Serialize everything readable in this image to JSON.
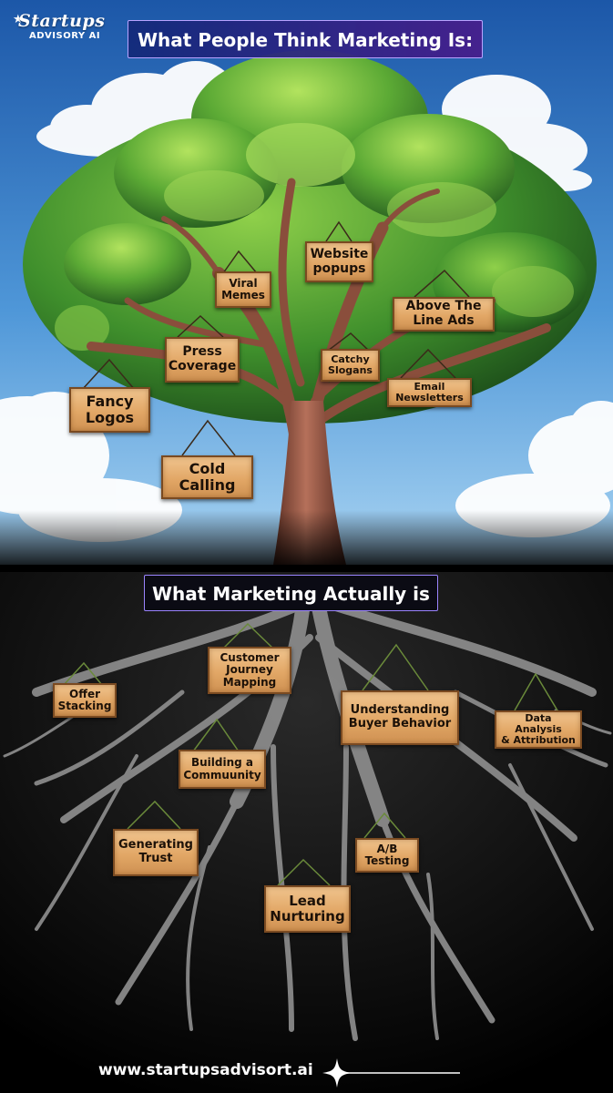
{
  "brand": {
    "name": "Startups",
    "sub": "ADVISORY AI"
  },
  "top_section": {
    "heading": "What People Think Marketing Is:",
    "signs": [
      {
        "id": "website-popups",
        "label": "Website\npopups"
      },
      {
        "id": "viral-memes",
        "label": "Viral\nMemes"
      },
      {
        "id": "above-the-line-ads",
        "label": "Above The\nLine Ads"
      },
      {
        "id": "press-coverage",
        "label": "Press\nCoverage"
      },
      {
        "id": "catchy-slogans",
        "label": "Catchy\nSlogans"
      },
      {
        "id": "email-newsletters",
        "label": "Email\nNewsletters"
      },
      {
        "id": "fancy-logos",
        "label": "Fancy\nLogos"
      },
      {
        "id": "cold-calling",
        "label": "Cold\nCalling"
      }
    ]
  },
  "bottom_section": {
    "heading": "What Marketing Actually is",
    "signs": [
      {
        "id": "customer-journey-mapping",
        "label": "Customer\nJourney\nMapping"
      },
      {
        "id": "offer-stacking",
        "label": "Offer\nStacking"
      },
      {
        "id": "understanding-buyer-behavior",
        "label": "Understanding\nBuyer Behavior"
      },
      {
        "id": "data-analysis-attribution",
        "label": "Data Analysis\n& Attribution"
      },
      {
        "id": "building-a-community",
        "label": "Building a\nCommuunity"
      },
      {
        "id": "generating-trust",
        "label": "Generating\nTrust"
      },
      {
        "id": "ab-testing",
        "label": "A/B\nTesting"
      },
      {
        "id": "lead-nurturing",
        "label": "Lead\nNurturing"
      }
    ]
  },
  "footer": {
    "website": "www.startupsadvisort.ai"
  },
  "colors": {
    "sky_top": "#1f5fb0",
    "sky_bottom": "#8cc4ee",
    "foliage": "#3f8f2c",
    "trunk": "#8a4e3c",
    "roots": "#8d8d8d",
    "sign_wood": "#e2a766",
    "heading_border": "#9b84ff"
  }
}
